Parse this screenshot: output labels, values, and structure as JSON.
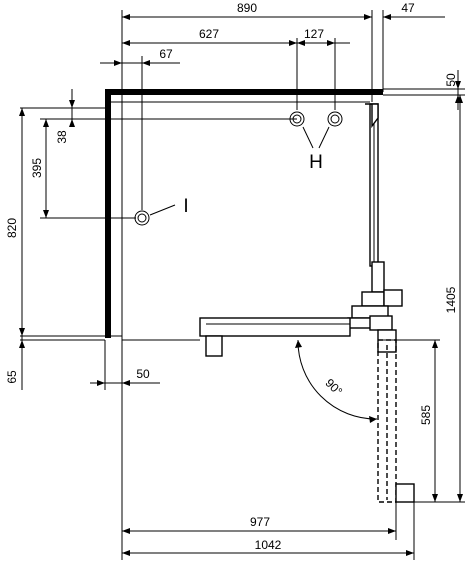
{
  "dimensions": {
    "top_width": "890",
    "top_right_offset": "47",
    "upper_width": "627",
    "valve_spacing": "127",
    "wall_offset": "67",
    "right_top": "50",
    "left_upper": "38",
    "left_mid": "395",
    "left_height": "820",
    "left_bottom": "65",
    "bottom_wall": "50",
    "door_depth": "585",
    "right_total": "1405",
    "bottom_inner": "977",
    "bottom_total": "1042",
    "door_angle": "90°"
  },
  "labels": {
    "valves": "H",
    "outlet": "I"
  }
}
